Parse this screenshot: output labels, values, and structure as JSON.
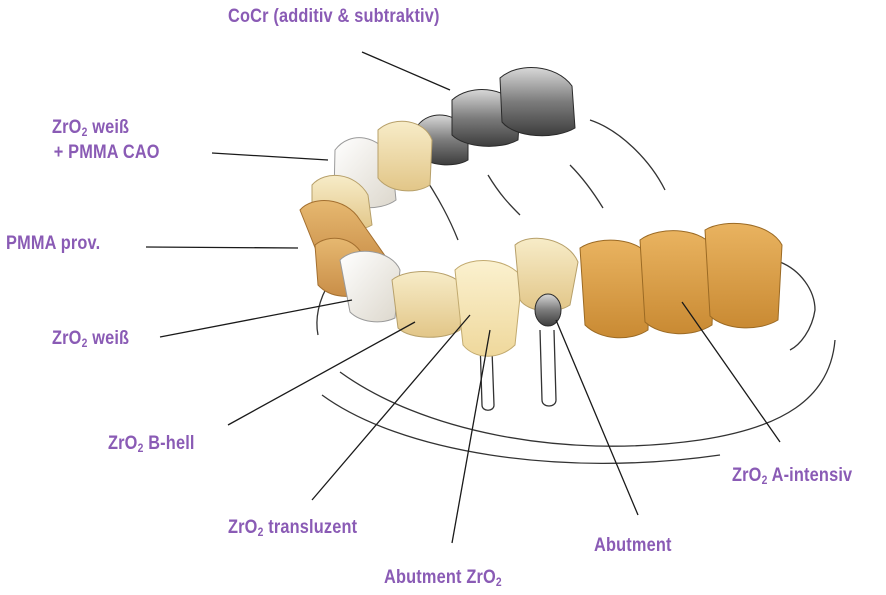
{
  "colors": {
    "label": "#8a5bb5",
    "leader": "#1a1a1a",
    "gum_outline": "#333333",
    "zirconia_white": "#f2efe6",
    "zirconia_b_hell": "#ecd9a8",
    "zirconia_a_intensiv": "#d9a14a",
    "pmma_prov": "#e2b66a",
    "metal_cocr": "#8e8e8e",
    "translucent": "#f6e6b8"
  },
  "labels": {
    "cocr": "CoCr (additiv & subtraktiv)",
    "zro2_weiss_pmma_line1_a": "ZrO",
    "zro2_weiss_pmma_line1_sub": "2",
    "zro2_weiss_pmma_line1_b": " weiß",
    "zro2_weiss_pmma_line2": "+ PMMA CAO",
    "pmma_prov": "PMMA prov.",
    "zro2_weiss_a": "ZrO",
    "zro2_weiss_sub": "2",
    "zro2_weiss_b": " weiß",
    "zro2_b_hell_a": "ZrO",
    "zro2_b_hell_sub": "2",
    "zro2_b_hell_b": " B-hell",
    "zro2_transluzent_a": "ZrO",
    "zro2_transluzent_sub": "2",
    "zro2_transluzent_b": " transluzent",
    "abutment_zro2_a": "Abutment ZrO",
    "abutment_zro2_sub": "2",
    "abutment": "Abutment",
    "zro2_a_intensiv_a": "ZrO",
    "zro2_a_intensiv_sub": "2",
    "zro2_a_intensiv_b": " A-intensiv"
  }
}
